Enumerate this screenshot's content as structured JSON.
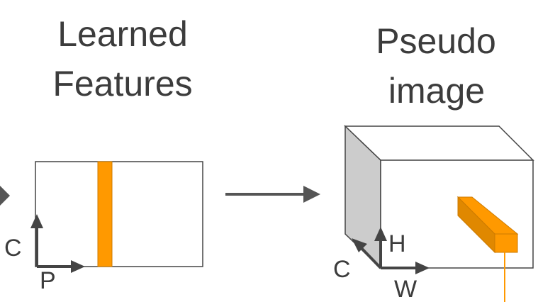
{
  "colors": {
    "text": "#3c3c3c",
    "stroke": "#444444",
    "arrow": "#555555",
    "accent": "#ff9900",
    "accent_dark": "#cc7a00",
    "accent_side": "#e08800",
    "grey_face": "#cccccc"
  },
  "learned_features": {
    "title_line1": "Learned",
    "title_line2": "Features",
    "axis_vertical": "C",
    "axis_horizontal": "P"
  },
  "pseudo_image": {
    "title_line1": "Pseudo",
    "title_line2": "image",
    "axis_vertical": "H",
    "axis_depth": "C",
    "axis_horizontal": "W"
  }
}
